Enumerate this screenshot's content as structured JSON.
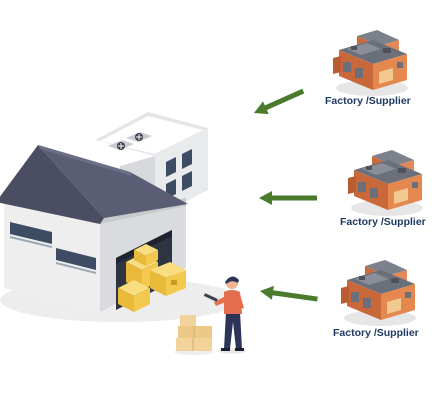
{
  "suppliers": [
    {
      "label": "Factory /Supplier"
    },
    {
      "label": "Factory /Supplier"
    },
    {
      "label": "Factory /Supplier"
    }
  ],
  "colors": {
    "arrow": "#4a7a2b",
    "roof": "#4b4e63",
    "wall": "#f1f1f1",
    "wall_shade": "#d9dbde",
    "box": "#f2c94c",
    "factory_brick": "#d87a4a",
    "factory_roof": "#6b6f7a",
    "person_shirt": "#e46f4f",
    "person_pants": "#2c3557",
    "label_text": "#1f3a63"
  },
  "icons": [
    "warehouse-icon",
    "factory-icon",
    "arrow-left-icon",
    "worker-icon",
    "box-stack-icon"
  ]
}
